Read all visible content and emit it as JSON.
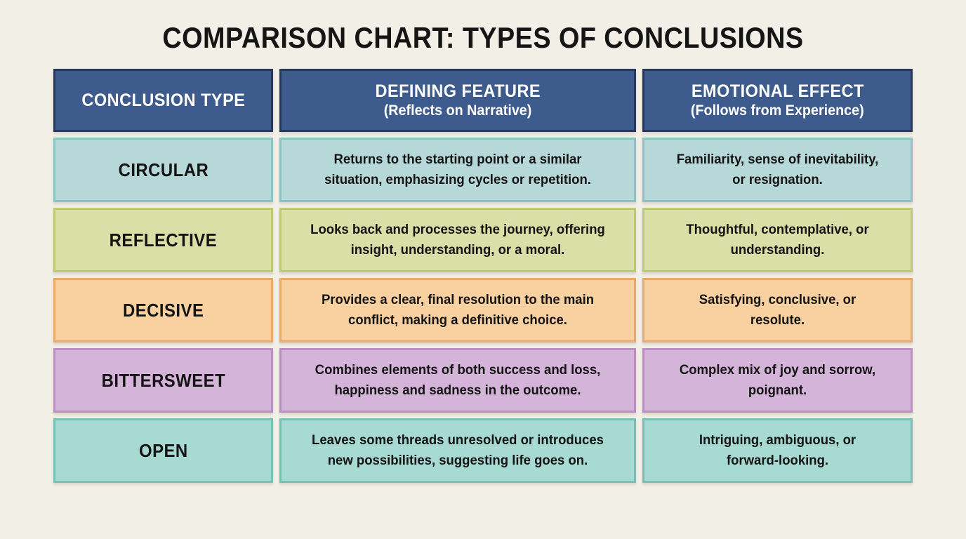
{
  "page": {
    "title": "COMPARISON CHART: TYPES OF CONCLUSIONS",
    "background_color": "#f2efe6",
    "title_color": "#151515"
  },
  "table": {
    "header": {
      "bg": "#3d5b8d",
      "border": "#26395c",
      "text_color": "#ffffff",
      "columns": [
        {
          "label": "CONCLUSION TYPE",
          "sublabel": ""
        },
        {
          "label": "DEFINING FEATURE",
          "sublabel": "(Reflects on Narrative)"
        },
        {
          "label": "EMOTIONAL EFFECT",
          "sublabel": "(Follows from Experience)"
        }
      ]
    },
    "rows": [
      {
        "type": "CIRCULAR",
        "feature": "Returns to the starting point or a similar situation, emphasizing cycles or repetition.",
        "effect": "Familiarity, sense of inevitability, or resignation.",
        "bg": "#b7d8d9",
        "border": "#8ec2c5"
      },
      {
        "type": "REFLECTIVE",
        "feature": "Looks back and processes the journey, offering insight, understanding, or a moral.",
        "effect": "Thoughtful, contemplative, or understanding.",
        "bg": "#d9dfa6",
        "border": "#bcca73"
      },
      {
        "type": "DECISIVE",
        "feature": "Provides a clear, final resolution to the main conflict, making a definitive choice.",
        "effect": "Satisfying, conclusive, or resolute.",
        "bg": "#f9d0a0",
        "border": "#eaaa6d"
      },
      {
        "type": "BITTERSWEET",
        "feature": "Combines elements of both success and loss, happiness and sadness in the outcome.",
        "effect": "Complex mix of joy and sorrow, poignant.",
        "bg": "#d5b4d9",
        "border": "#bb8ec4"
      },
      {
        "type": "OPEN",
        "feature": "Leaves some threads unresolved or introduces new possibilities, suggesting life goes on.",
        "effect": "Intriguing, ambiguous, or forward-looking.",
        "bg": "#a6dad2",
        "border": "#77c0b8"
      }
    ]
  },
  "chart_data": {
    "type": "table",
    "title": "COMPARISON CHART: TYPES OF CONCLUSIONS",
    "columns": [
      "CONCLUSION TYPE",
      "DEFINING FEATURE (Reflects on Narrative)",
      "EMOTIONAL EFFECT (Follows from Experience)"
    ],
    "rows": [
      [
        "CIRCULAR",
        "Returns to the starting point or a similar situation, emphasizing cycles or repetition.",
        "Familiarity, sense of inevitability, or resignation."
      ],
      [
        "REFLECTIVE",
        "Looks back and processes the journey, offering insight, understanding, or a moral.",
        "Thoughtful, contemplative, or understanding."
      ],
      [
        "DECISIVE",
        "Provides a clear, final resolution to the main conflict, making a definitive choice.",
        "Satisfying, conclusive, or resolute."
      ],
      [
        "BITTERSWEET",
        "Combines elements of both success and loss, happiness and sadness in the outcome.",
        "Complex mix of joy and sorrow, poignant."
      ],
      [
        "OPEN",
        "Leaves some threads unresolved or introduces new possibilities, suggesting life goes on.",
        "Intriguing, ambiguous, or forward-looking."
      ]
    ],
    "legend_position": "none",
    "grid": false
  }
}
